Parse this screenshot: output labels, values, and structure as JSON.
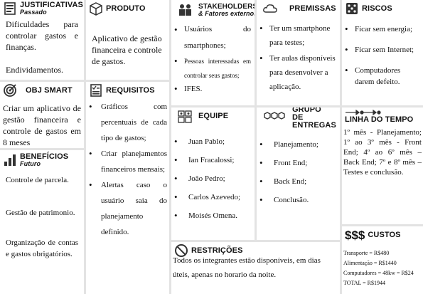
{
  "justificativas": {
    "title": "JUSTIFICATIVAS",
    "subtitle": "Passado",
    "paragraphs": [
      "Dificuldades para controlar gastos e finanças.",
      "Endividamentos."
    ]
  },
  "produto": {
    "title": "PRODUTO",
    "text": "Aplicativo de gestão financeira e controle de gastos."
  },
  "stakeholders": {
    "title": "STAKEHOLDERS EXTERNOS",
    "subtitle": "& Fatores externos",
    "items": [
      "Usuários do smartphones;",
      "Pessoas interessadas em controlar seus gastos;",
      "IFES."
    ]
  },
  "premissas": {
    "title": "PREMISSAS",
    "items": [
      "Ter um smartphone para testes;",
      "Ter aulas disponíveis para desenvolver a aplicação."
    ]
  },
  "riscos": {
    "title": "RISCOS",
    "items": [
      "Ficar sem energia;",
      "Ficar sem Internet;",
      "Computadores darem defeito."
    ]
  },
  "objetivo": {
    "title": "OBJ SMART",
    "text": "Criar um aplicativo de gestão financeira e controle de gastos em 8 meses"
  },
  "requisitos": {
    "title": "REQUISITOS",
    "items": [
      "Gráficos com percentuais de cada tipo de gastos;",
      "Criar planejamentos financeiros mensais;",
      "Alertas caso o usuário saia do planejamento definido."
    ]
  },
  "equipe": {
    "title": "EQUIPE",
    "members": [
      "Juan Pablo;",
      "Ian Fracalossi;",
      "João Pedro;",
      "Carlos Azevedo;",
      "Moisés Omena."
    ]
  },
  "entregas": {
    "title": "GRUPO DE ENTREGAS",
    "items": [
      "Planejamento;",
      "Front End;",
      "Back End;",
      "Conclusão."
    ]
  },
  "linha_tempo": {
    "title": "LINHA DO TEMPO",
    "text": "1º mês - Planejamento; 1º ao 3º mês - Front End; 4º ao 6º mês – Back End; 7º e 8º mês – Testes e conclusão."
  },
  "beneficios": {
    "title": "BENEFÍCIOS",
    "subtitle": "Futuro",
    "paragraphs": [
      "Controle de parcela.",
      "Gestão de patrimonio.",
      "Organização de contas e gastos obrigatórios."
    ]
  },
  "restricoes": {
    "title": "RESTRIÇÕES",
    "text": "Todos os integrantes estão disponíveis, em dias úteis, apenas no horario da noite."
  },
  "custos": {
    "title": "CUSTOS",
    "lines": [
      "Transporte = R$480",
      "Alimentação = R$1440",
      "Computadores = 48kw = R$24",
      "TOTAL = R$1944"
    ]
  }
}
